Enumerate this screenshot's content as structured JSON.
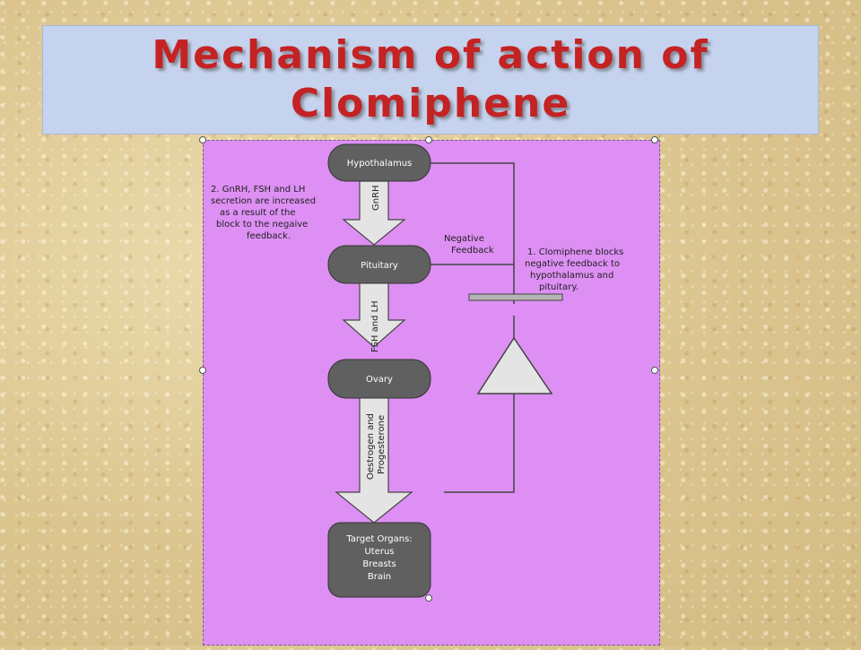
{
  "slide": {
    "title": "Mechanism of action of\nClomiphene"
  },
  "diagram": {
    "nodes": {
      "hypothalamus": "Hypothalamus",
      "pituitary": "Pituitary",
      "ovary": "Ovary",
      "target_organs": [
        "Target Organs:",
        "Uterus",
        "Breasts",
        "Brain"
      ]
    },
    "arrows": {
      "gnrh": "GnRH",
      "fsh_lh": "FSH and LH",
      "oestrogen_progesterone": [
        "Oestrogen and",
        "Progesterone"
      ]
    },
    "negative_feedback": [
      "Negative",
      "Feedback"
    ],
    "note_1": [
      "1. Clomiphene blocks",
      "negative feedback to",
      "hypothalamus and",
      "pituitary."
    ],
    "note_2": [
      "2.  GnRH, FSH and LH",
      "secretion are increased",
      "as a result of the",
      "block to the negaive",
      "feedback."
    ]
  },
  "colors": {
    "title_text": "#c42223",
    "title_background": "#c5d3ee",
    "diagram_background": "#dd8ff3",
    "node_fill": "#606060",
    "arrow_fill": "#e4e4e4",
    "block_bar": "#b4b4b4"
  }
}
